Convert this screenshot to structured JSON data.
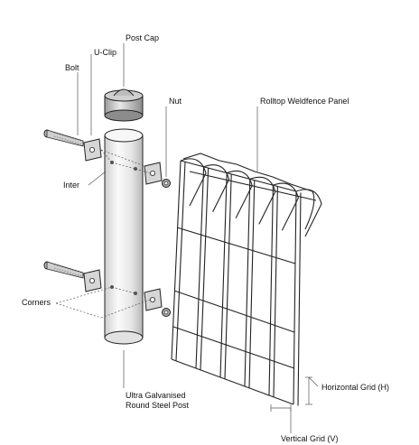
{
  "labels": {
    "post_cap": "Post Cap",
    "u_clip": "U-Clip",
    "bolt": "Bolt",
    "nut": "Nut",
    "panel": "Rolltop Weldfence Panel",
    "inter": "Inter",
    "corners": "Corners",
    "horizontal_grid": "Horizontal Grid (H)",
    "post_line1": "Ultra Galvanised",
    "post_line2": "Round Steel Post",
    "vertical_grid": "Vertical Grid (V)"
  },
  "colors": {
    "ink": "#222222",
    "leader": "#555555",
    "metal_light": "#f4f4f4",
    "metal_mid": "#d8d8d8",
    "metal_dark": "#9a9a9a"
  }
}
